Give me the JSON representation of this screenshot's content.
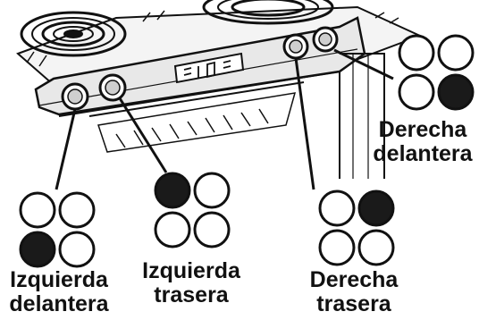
{
  "burner_labels": {
    "front_left": {
      "line1": "Izquierda",
      "line2": "delantera"
    },
    "rear_left": {
      "line1": "Izquierda",
      "line2": "trasera"
    },
    "front_right": {
      "line1": "Derecha",
      "line2": "delantera"
    },
    "rear_right": {
      "line1": "Derecha",
      "line2": "trasera"
    }
  },
  "indicators": {
    "front_left": [
      "empty",
      "empty",
      "filled",
      "empty"
    ],
    "rear_left": [
      "filled",
      "empty",
      "empty",
      "empty"
    ],
    "rear_right": [
      "empty",
      "filled",
      "empty",
      "empty"
    ],
    "front_right": [
      "empty",
      "empty",
      "empty",
      "filled"
    ]
  },
  "colors": {
    "ink": "#111111",
    "paper": "#ffffff",
    "filled_dot": "#1a1a1a"
  }
}
